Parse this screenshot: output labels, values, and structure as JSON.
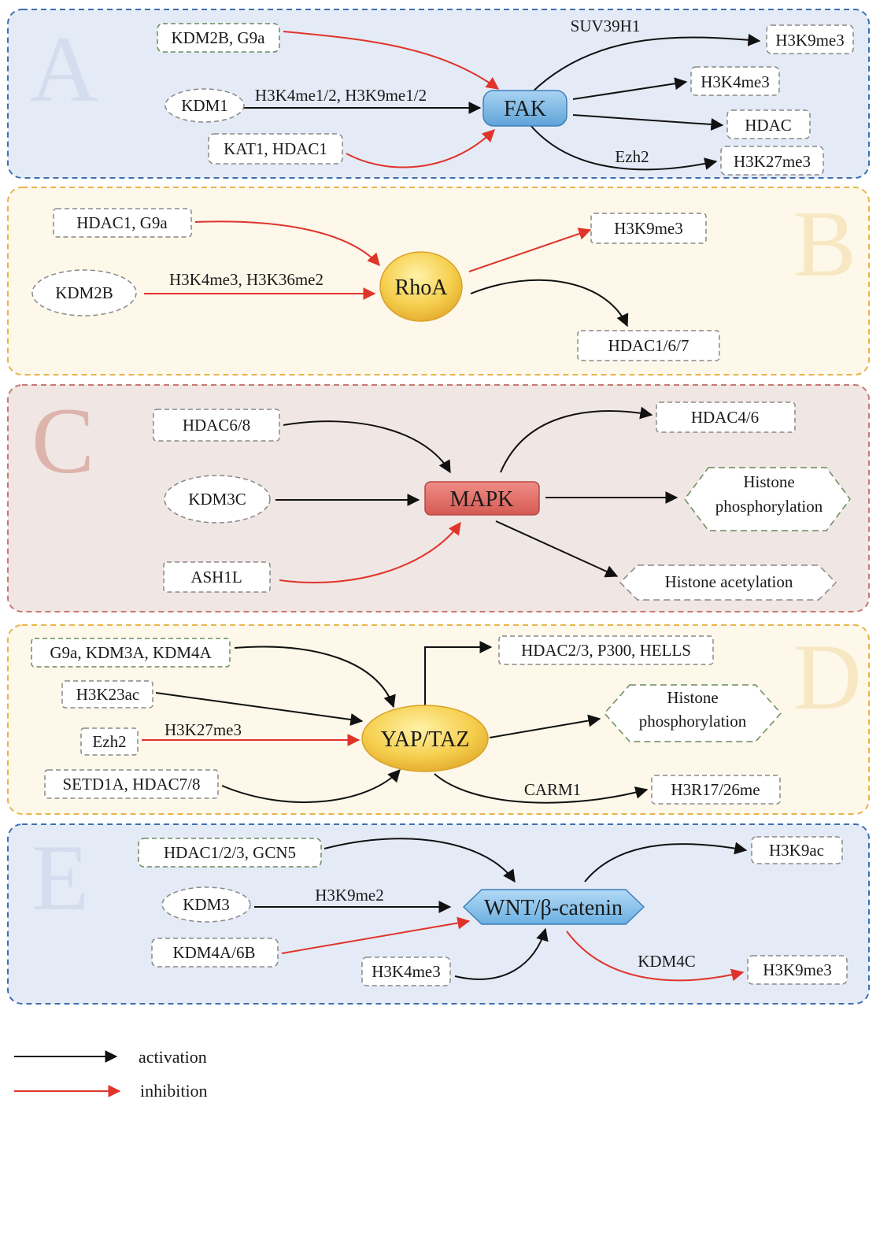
{
  "colors": {
    "activation": "#111111",
    "inhibition": "#e0342b",
    "panel_blue": "#e4ebf6",
    "panel_yellow": "#fdf8e9",
    "panel_red": "#f0e6e4",
    "border_blue": "#3f6fae",
    "border_yellow": "#e8b44a",
    "border_red": "#c77a72"
  },
  "panels": {
    "A": {
      "letter": "A",
      "hub": "FAK",
      "inputs": {
        "in1": "KDM2B, G9a",
        "in2": "KDM1",
        "in3": "KAT1, HDAC1"
      },
      "edge_labels": {
        "in2": "H3K4me1/2, H3K9me1/2",
        "out1": "SUV39H1",
        "out4": "Ezh2"
      },
      "outputs": {
        "out1": "H3K9me3",
        "out2": "H3K4me3",
        "out3": "HDAC",
        "out4": "H3K27me3"
      }
    },
    "B": {
      "letter": "B",
      "hub": "RhoA",
      "inputs": {
        "in1": "HDAC1, G9a",
        "in2": "KDM2B"
      },
      "edge_labels": {
        "in2": "H3K4me3, H3K36me2"
      },
      "outputs": {
        "out1": "H3K9me3",
        "out2": "HDAC1/6/7"
      }
    },
    "C": {
      "letter": "C",
      "hub": "MAPK",
      "inputs": {
        "in1": "HDAC6/8",
        "in2": "KDM3C",
        "in3": "ASH1L"
      },
      "outputs": {
        "out1": "HDAC4/6",
        "out2_line1": "Histone",
        "out2_line2": "phosphorylation",
        "out3": "Histone acetylation"
      }
    },
    "D": {
      "letter": "D",
      "hub": "YAP/TAZ",
      "inputs": {
        "in1": "G9a, KDM3A, KDM4A",
        "in2": "H3K23ac",
        "in3": "Ezh2",
        "in4": "SETD1A, HDAC7/8"
      },
      "edge_labels": {
        "in3": "H3K27me3",
        "out3": "CARM1"
      },
      "outputs": {
        "out1": "HDAC2/3, P300, HELLS",
        "out2_line1": "Histone",
        "out2_line2": "phosphorylation",
        "out3": "H3R17/26me"
      }
    },
    "E": {
      "letter": "E",
      "hub": "WNT/β-catenin",
      "inputs": {
        "in1": "HDAC1/2/3, GCN5",
        "in2": "KDM3",
        "in3": "KDM4A/6B",
        "in4": "H3K4me3"
      },
      "edge_labels": {
        "in2": "H3K9me2",
        "out2": "KDM4C"
      },
      "outputs": {
        "out1": "H3K9ac",
        "out2": "H3K9me3"
      }
    }
  },
  "legend": {
    "activation": "activation",
    "inhibition": "inhibition"
  }
}
